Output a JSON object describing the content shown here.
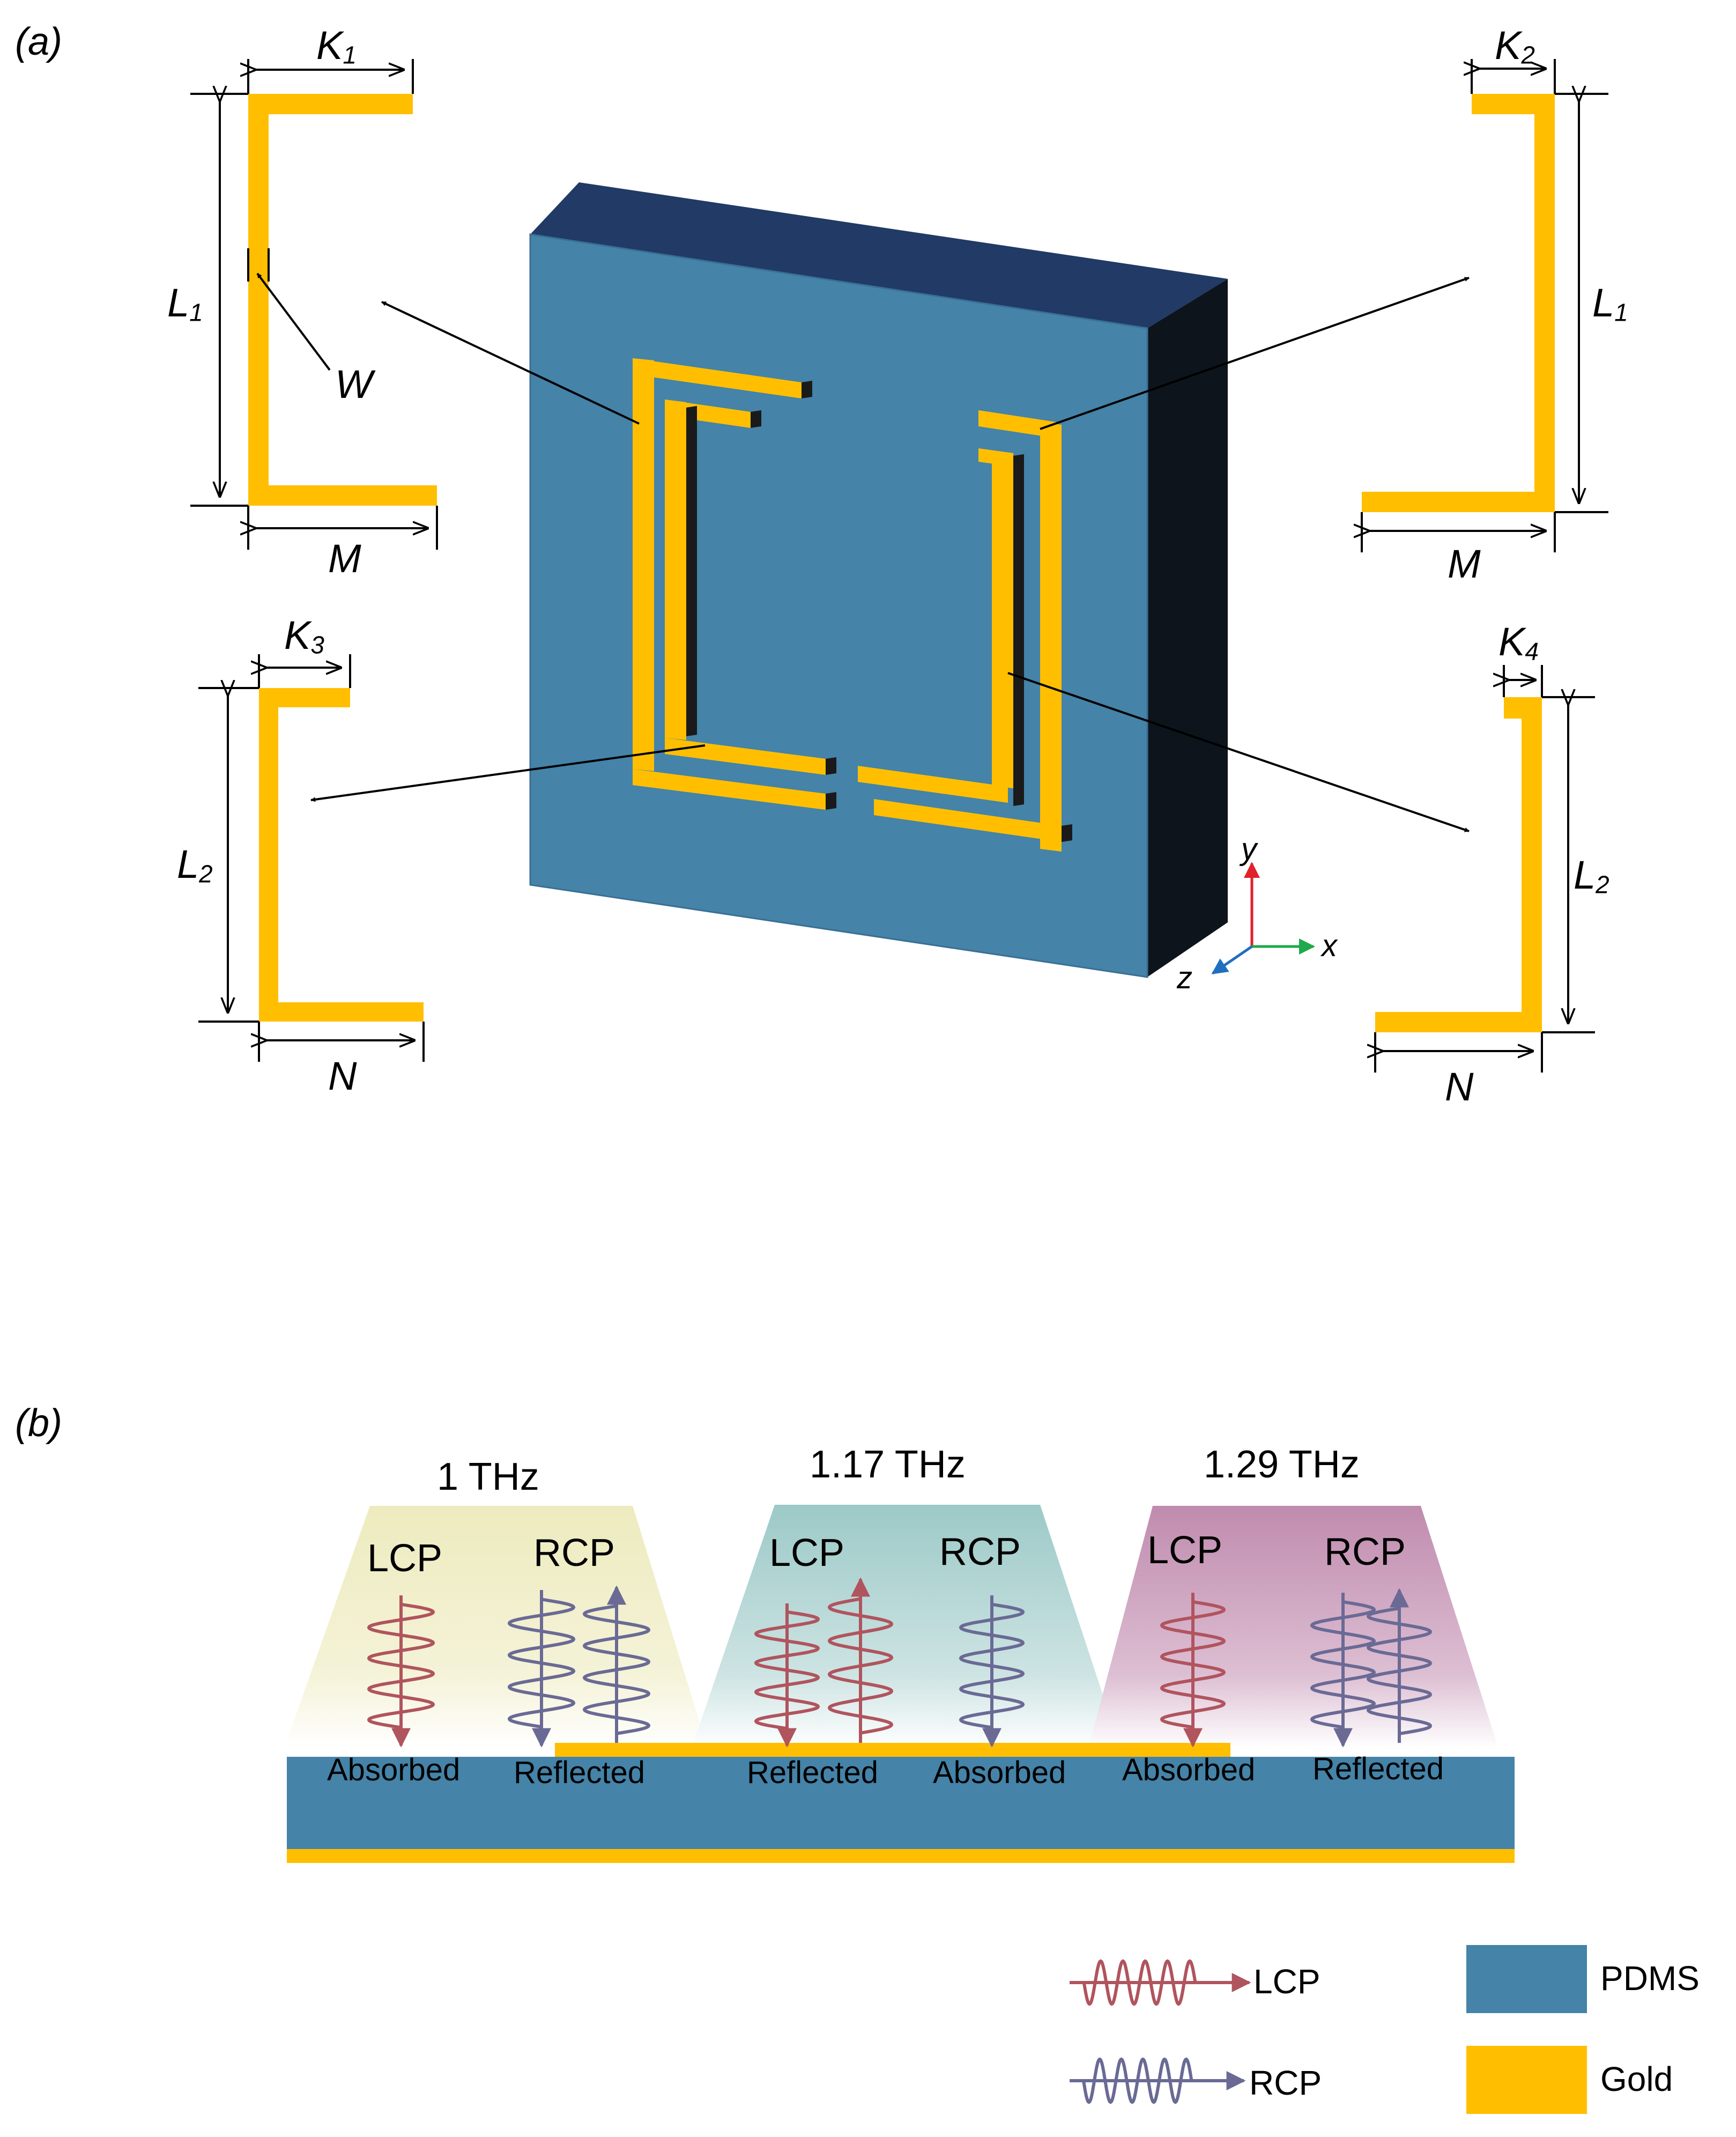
{
  "panel_a": {
    "label": "(a)",
    "dims": {
      "K1": {
        "main": "K",
        "sub": "1"
      },
      "K2": {
        "main": "K",
        "sub": "2"
      },
      "K3": {
        "main": "K",
        "sub": "3"
      },
      "K4": {
        "main": "K",
        "sub": "4"
      },
      "L1_left": {
        "main": "L",
        "sub": "1"
      },
      "L1_right": {
        "main": "L",
        "sub": "1"
      },
      "L2_left": {
        "main": "L",
        "sub": "2"
      },
      "L2_right": {
        "main": "L",
        "sub": "2"
      },
      "W": "W",
      "M_left": "M",
      "M_right": "M",
      "N_left": "N",
      "N_right": "N"
    },
    "axes": {
      "x": "x",
      "y": "y",
      "z": "z"
    }
  },
  "panel_b": {
    "label": "(b)",
    "groups": [
      {
        "freq": "1 THz",
        "lcp": "LCP",
        "rcp": "RCP",
        "lcp_result": "Absorbed",
        "rcp_result": "Reflected"
      },
      {
        "freq": "1.17 THz",
        "lcp": "LCP",
        "rcp": "RCP",
        "lcp_result": "Reflected",
        "rcp_result": "Absorbed"
      },
      {
        "freq": "1.29 THz",
        "lcp": "LCP",
        "rcp": "RCP",
        "lcp_result": "Absorbed",
        "rcp_result": "Reflected"
      }
    ]
  },
  "legend": {
    "lcp": "LCP",
    "rcp": "RCP",
    "pdms": "PDMS",
    "gold": "Gold"
  },
  "colors": {
    "gold": "#FFBF00",
    "pdms_front": "#4583A8",
    "pdms_top": "#213A66",
    "pdms_side": "#0D141C",
    "lcp": "#B0545E",
    "rcp": "#6A6A95",
    "cone_1": "#EDEBBE",
    "cone_2": "#9CC9C7",
    "cone_3": "#C08BAE"
  }
}
